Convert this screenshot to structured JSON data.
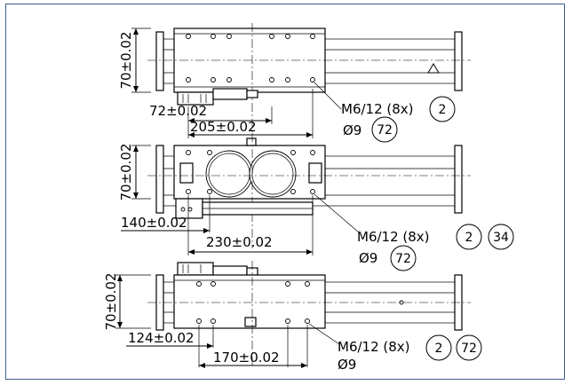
{
  "colors": {
    "frame": "#3a5f86",
    "ink": "#000000",
    "background": "#ffffff"
  },
  "views": [
    {
      "name": "top",
      "height_dim": "70±0.02",
      "dims": [
        "72±0.02",
        "205±0.02"
      ],
      "screw_label": "M6/12 (8x)",
      "pin_label": "Ø9",
      "bubbles_screw": [
        "2"
      ],
      "bubbles_pin": [
        "72"
      ]
    },
    {
      "name": "middle",
      "height_dim": "70±0.02",
      "dims": [
        "140±0.02",
        "230±0.02"
      ],
      "screw_label": "M6/12 (8x)",
      "pin_label": "Ø9",
      "bubbles_screw": [
        "2",
        "34"
      ],
      "bubbles_pin": [
        "72"
      ]
    },
    {
      "name": "bottom",
      "height_dim": "70±0.02",
      "dims": [
        "124±0.02",
        "170±0.02"
      ],
      "screw_label": "M6/12 (8x)",
      "pin_label": "Ø9",
      "bubbles_screw": [
        "2",
        "72"
      ],
      "bubbles_pin": []
    }
  ]
}
